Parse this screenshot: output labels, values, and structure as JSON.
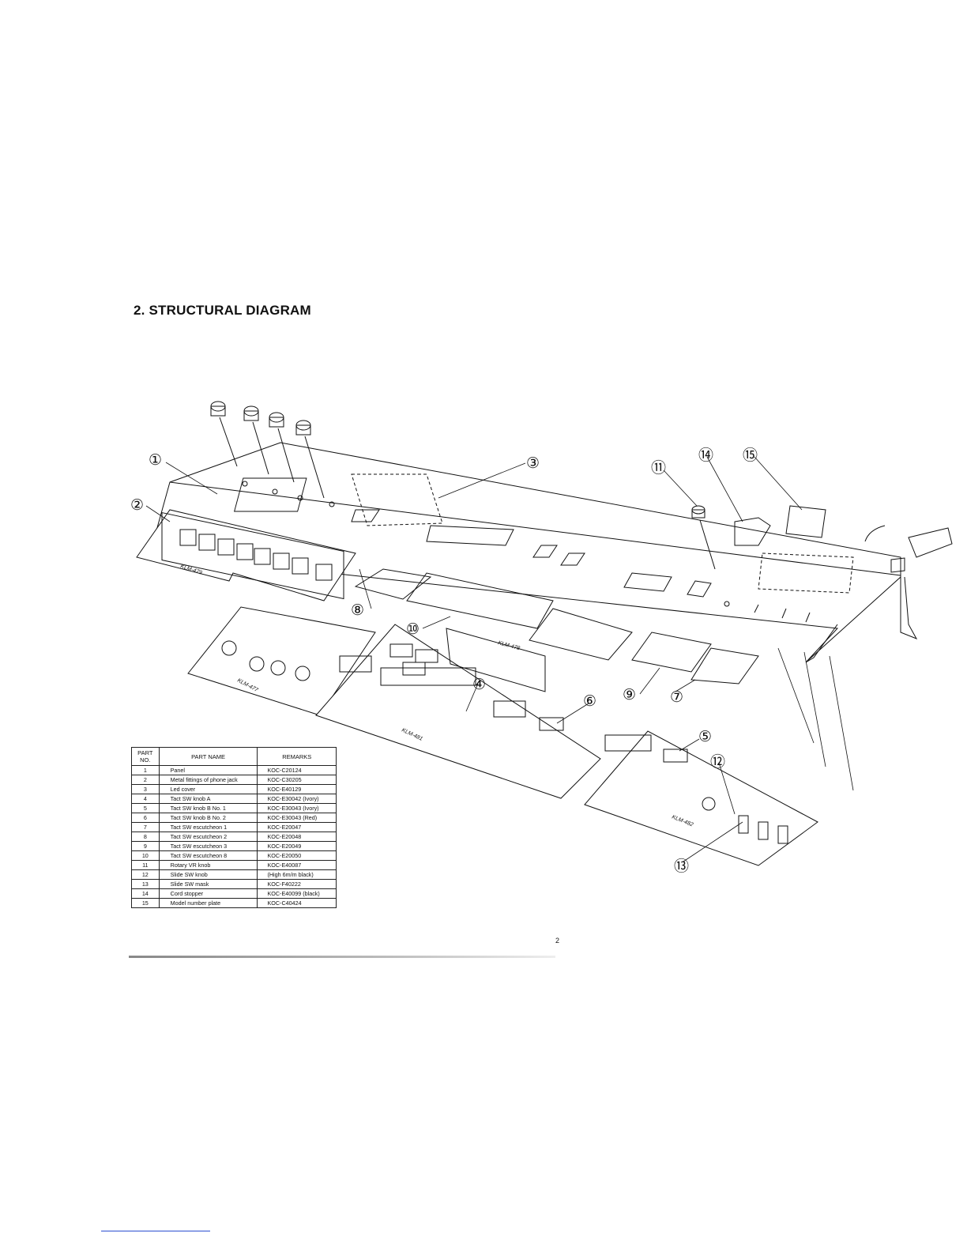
{
  "section": {
    "title": "2. STRUCTURAL  DIAGRAM"
  },
  "callouts": [
    "①",
    "②",
    "③",
    "④",
    "⑤",
    "⑥",
    "⑦",
    "⑧",
    "⑨",
    "⑩",
    "⑪",
    "⑫",
    "⑬",
    "⑭",
    "⑮"
  ],
  "board_labels": [
    "KLM-479",
    "KLM-477",
    "KLM-481",
    "KLM-478",
    "KLM-482"
  ],
  "table": {
    "headers": {
      "no": "PART\nNO.",
      "name": "PART NAME",
      "remarks": "REMARKS"
    },
    "rows": [
      {
        "no": "1",
        "name": "Panel",
        "remarks": "KOC-C20124"
      },
      {
        "no": "2",
        "name": "Metal fittings of phone jack",
        "remarks": "KOC-C30205"
      },
      {
        "no": "3",
        "name": "Led cover",
        "remarks": "KOC-E40129"
      },
      {
        "no": "4",
        "name": "Tact SW knob A",
        "remarks": "KOC-E30042 (Ivory)"
      },
      {
        "no": "5",
        "name": "Tact SW knob B No. 1",
        "remarks": "KOC-E30043 (Ivory)"
      },
      {
        "no": "6",
        "name": "Tact SW knob B No. 2",
        "remarks": "KOC-E30043 (Red)"
      },
      {
        "no": "7",
        "name": "Tact SW escutcheon 1",
        "remarks": "KOC-E20047"
      },
      {
        "no": "8",
        "name": "Tact SW escutcheon 2",
        "remarks": "KOC-E20048"
      },
      {
        "no": "9",
        "name": "Tact SW escutcheon 3",
        "remarks": "KOC-E20049"
      },
      {
        "no": "10",
        "name": "Tact SW escutcheon 8",
        "remarks": "KOC-E20050"
      },
      {
        "no": "11",
        "name": "Rotary VR knob",
        "remarks": "KOC-E40087"
      },
      {
        "no": "12",
        "name": "Slide SW knob",
        "remarks": "(High 6m/m black)"
      },
      {
        "no": "13",
        "name": "Slide SW mask",
        "remarks": "KOC-F40222"
      },
      {
        "no": "14",
        "name": "Cord stopper",
        "remarks": "KOC-E40099 (black)"
      },
      {
        "no": "15",
        "name": "Model number plate",
        "remarks": "KOC-C40424"
      }
    ]
  },
  "page_number": "2",
  "colors": {
    "ink": "#111111",
    "paper": "#ffffff",
    "link": "#2b4fd0"
  }
}
